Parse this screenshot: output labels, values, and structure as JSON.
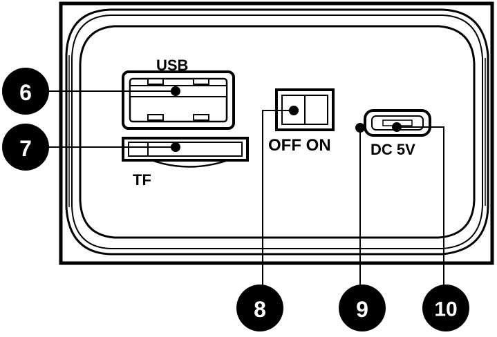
{
  "panel_labels": {
    "usb": "USB",
    "tf": "TF",
    "switch": "OFF ON",
    "power": "DC 5V"
  },
  "callouts": [
    {
      "number": "6",
      "target": "usb-port"
    },
    {
      "number": "7",
      "target": "tf-card-slot"
    },
    {
      "number": "8",
      "target": "power-switch"
    },
    {
      "number": "9",
      "target": "charging-indicator"
    },
    {
      "number": "10",
      "target": "dc-5v-port"
    }
  ],
  "colors": {
    "line": "#000000",
    "background": "#ffffff",
    "callout_fill": "#000000",
    "callout_text": "#ffffff"
  }
}
